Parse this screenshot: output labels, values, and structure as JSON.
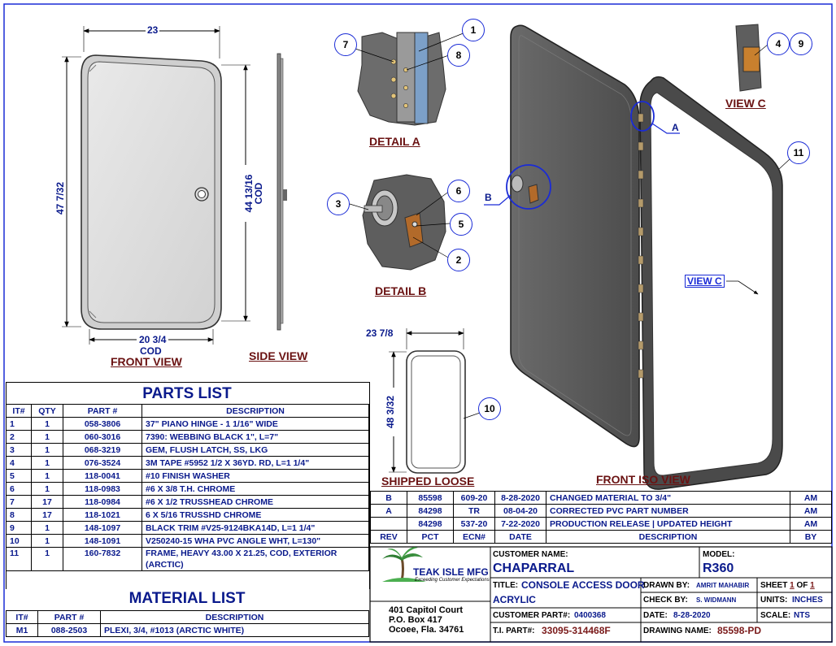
{
  "views": {
    "front_view": "FRONT VIEW",
    "side_view": "SIDE VIEW",
    "detail_a": "DETAIL  A",
    "detail_b": "DETAIL  B",
    "view_c": "VIEW  C",
    "shipped_loose": "SHIPPED LOOSE",
    "front_iso_view": "FRONT ISO VIEW"
  },
  "dimensions": {
    "width_top": "23",
    "height_left": "47 7/32",
    "height_right": "44 13/16",
    "height_right_sub": "COD",
    "width_bottom": "20 3/4",
    "width_bottom_sub": "COD",
    "shipped_width": "23 7/8",
    "shipped_height": "48 3/32"
  },
  "callouts": {
    "c1": "1",
    "c2": "2",
    "c3": "3",
    "c4": "4",
    "c5": "5",
    "c6": "6",
    "c7": "7",
    "c8": "8",
    "c9": "9",
    "c10": "10",
    "c11": "11",
    "ref_a": "A",
    "ref_b": "B",
    "view_c_tag": "VIEW C"
  },
  "parts_list": {
    "title": "PARTS LIST",
    "headers": [
      "IT#",
      "QTY",
      "PART #",
      "DESCRIPTION"
    ],
    "rows": [
      [
        "1",
        "1",
        "058-3806",
        "37\" PIANO HINGE - 1 1/16\" WIDE"
      ],
      [
        "2",
        "1",
        "060-3016",
        "7390: WEBBING BLACK 1\", L=7\""
      ],
      [
        "3",
        "1",
        "068-3219",
        "GEM, FLUSH LATCH, SS, LKG"
      ],
      [
        "4",
        "1",
        "076-3524",
        "3M TAPE #5952 1/2 X 36YD. RD, L=1 1/4\""
      ],
      [
        "5",
        "1",
        "118-0041",
        "#10 FINISH WASHER"
      ],
      [
        "6",
        "1",
        "118-0983",
        "#6 X 3/8 T.H. CHROME"
      ],
      [
        "7",
        "17",
        "118-0984",
        "#6 X 1/2 TRUSSHEAD CHROME"
      ],
      [
        "8",
        "17",
        "118-1021",
        "6 X 5/16 TRUSSHD CHROME"
      ],
      [
        "9",
        "1",
        "148-1097",
        "BLACK TRIM #V25-9124BKA14D, L=1 1/4\""
      ],
      [
        "10",
        "1",
        "148-1091",
        "V250240-15 WHA PVC ANGLE WHT, L=130\""
      ],
      [
        "11",
        "1",
        "160-7832",
        "FRAME, HEAVY 43.00 X 21.25, COD, EXTERIOR"
      ]
    ],
    "row11_cont": "(ARCTIC)"
  },
  "material_list": {
    "title": "MATERIAL LIST",
    "headers": [
      "IT#",
      "PART #",
      "DESCRIPTION"
    ],
    "rows": [
      [
        "M1",
        "088-2503",
        "PLEXI, 3/4, #1013 (ARCTIC WHITE)"
      ]
    ]
  },
  "revisions": {
    "headers": [
      "REV",
      "PCT",
      "ECN#",
      "DATE",
      "DESCRIPTION",
      "BY"
    ],
    "rows": [
      [
        "B",
        "85598",
        "609-20",
        "8-28-2020",
        "CHANGED MATERIAL TO 3/4\"",
        "AM"
      ],
      [
        "A",
        "84298",
        "TR",
        "08-04-20",
        "CORRECTED PVC PART NUMBER",
        "AM"
      ],
      [
        "",
        "84298",
        "537-20",
        "7-22-2020",
        "PRODUCTION RELEASE | UPDATED HEIGHT",
        "AM"
      ]
    ]
  },
  "title_block": {
    "company": "TEAK ISLE MFG",
    "tagline": "Exceeding Customer Expectations",
    "address1": "401 Capitol Court",
    "address2": "P.O. Box 417",
    "address3": "Ocoee, Fla. 34761",
    "customer_name_label": "CUSTOMER NAME:",
    "customer_name": "CHAPARRAL",
    "model_label": "MODEL:",
    "model": "R360",
    "title_label": "TITLE:",
    "title_line1": "CONSOLE ACCESS DOOR",
    "title_line2": "ACRYLIC",
    "customer_part_label": "CUSTOMER PART#:",
    "customer_part": "0400368",
    "ti_part_label": "T.I. PART#:",
    "ti_part": "33095-314468F",
    "drawn_by_label": "DRAWN BY:",
    "drawn_by": "AMRIT MAHABIR",
    "check_by_label": "CHECK BY:",
    "check_by": "S. WIDMANN",
    "date_label": "DATE:",
    "date": "8-28-2020",
    "drawing_name_label": "DRAWING NAME:",
    "drawing_name": "85598-PD",
    "sheet_label": "SHEET",
    "sheet_num": "1",
    "sheet_of": "OF",
    "sheet_total": "1",
    "units_label": "UNITS:",
    "units": "INCHES",
    "scale_label": "SCALE:",
    "scale": "NTS"
  },
  "colors": {
    "border": "#1a2bd6",
    "text_navy": "#0a1a8c",
    "label_maroon": "#6a1212",
    "door_gray": "#5b5b5b"
  }
}
